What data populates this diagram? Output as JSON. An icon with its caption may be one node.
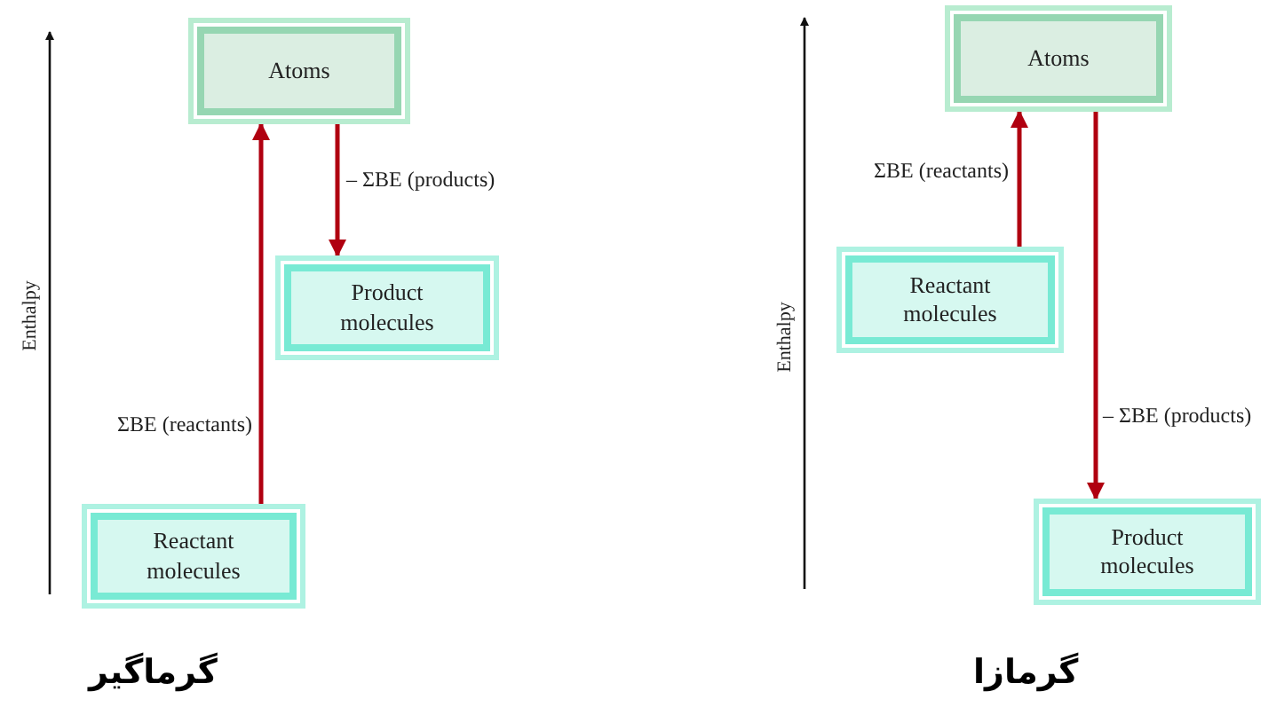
{
  "diagram": {
    "nodes": [
      {
        "text": [
          "Atoms"
        ]
      },
      {
        "text": [
          "Product molecules"
        ]
      },
      {
        "text": [
          "Reactant molecules"
        ]
      },
      {
        "text": [
          "Atoms"
        ]
      },
      {
        "text": [
          "Reactant molecules"
        ]
      },
      {
        "text": [
          "Product molecules"
        ]
      }
    ],
    "edges": [
      {
        "from": 2,
        "to": 0,
        "arrow": "to",
        "label": "ΣBE (reactants)"
      },
      {
        "from": 0,
        "to": 1,
        "arrow": "to",
        "label": "– ΣBE (products)"
      },
      {
        "from": 4,
        "to": 3,
        "arrow": "to",
        "label": "ΣBE (reactants)"
      },
      {
        "from": 3,
        "to": 5,
        "arrow": "to",
        "label": "– ΣBE (products)"
      }
    ],
    "labels": [
      "Enthalpy",
      "گرماگیر",
      "Enthalpy",
      "گرمازا"
    ]
  }
}
